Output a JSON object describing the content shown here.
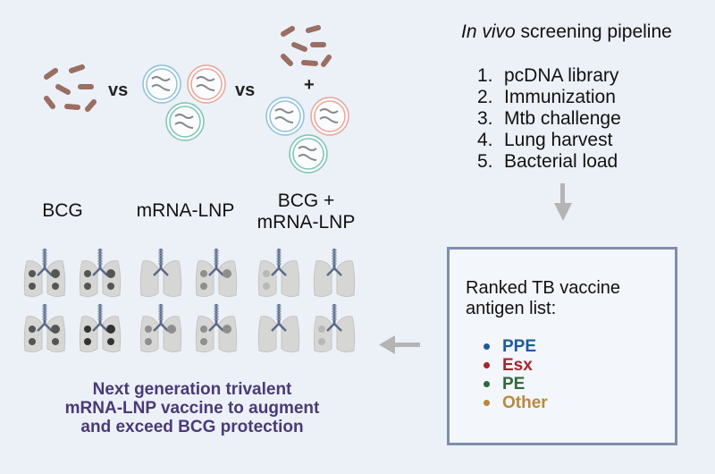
{
  "groups": [
    {
      "label": "BCG",
      "icon": "bacteria-icon"
    },
    {
      "label": "mRNA-LNP",
      "icon": "lnp-icon"
    },
    {
      "label": "BCG +\nmRNA-LNP",
      "label_line1": "BCG +",
      "label_line2": "mRNA-LNP",
      "icon": "bacteria-plus-lnp-icon"
    }
  ],
  "separators": {
    "vs1": "vs",
    "vs2": "vs",
    "plus": "+"
  },
  "pipeline": {
    "title_italic": "In vivo",
    "title_rest": " screening pipeline",
    "steps": [
      {
        "num": "1.",
        "text": "pcDNA library"
      },
      {
        "num": "2.",
        "text": "Immunization"
      },
      {
        "num": "3.",
        "text": "Mtb challenge"
      },
      {
        "num": "4.",
        "text": "Lung harvest"
      },
      {
        "num": "5.",
        "text": "Bacterial load"
      }
    ]
  },
  "antigen_box": {
    "title_line1": "Ranked TB vaccine",
    "title_line2": "antigen list:",
    "items": [
      {
        "label": "PPE",
        "color": "#1f5a9a"
      },
      {
        "label": "Esx",
        "color": "#a3262c"
      },
      {
        "label": "PE",
        "color": "#2e6a3a"
      },
      {
        "label": "Other",
        "color": "#b8893e"
      }
    ]
  },
  "conclusion": {
    "line1": "Next generation trivalent",
    "line2": "mRNA-LNP vaccine to augment",
    "line3": "and exceed BCG protection",
    "color": "#4a3a78"
  },
  "colors": {
    "background": "#ecf1f8",
    "bacteria": "#9a6e62",
    "lnp_blue": "#8fc0dc",
    "lnp_red": "#eaa597",
    "lnp_green": "#7cc4b4",
    "arrow": "#b4b4b4",
    "box_border": "#7e8fac"
  },
  "lung_panels": [
    {
      "group": "BCG",
      "lesion_level": "high"
    },
    {
      "group": "mRNA-LNP",
      "lesion_level": "medium"
    },
    {
      "group": "BCG + mRNA-LNP",
      "lesion_level": "low"
    }
  ]
}
